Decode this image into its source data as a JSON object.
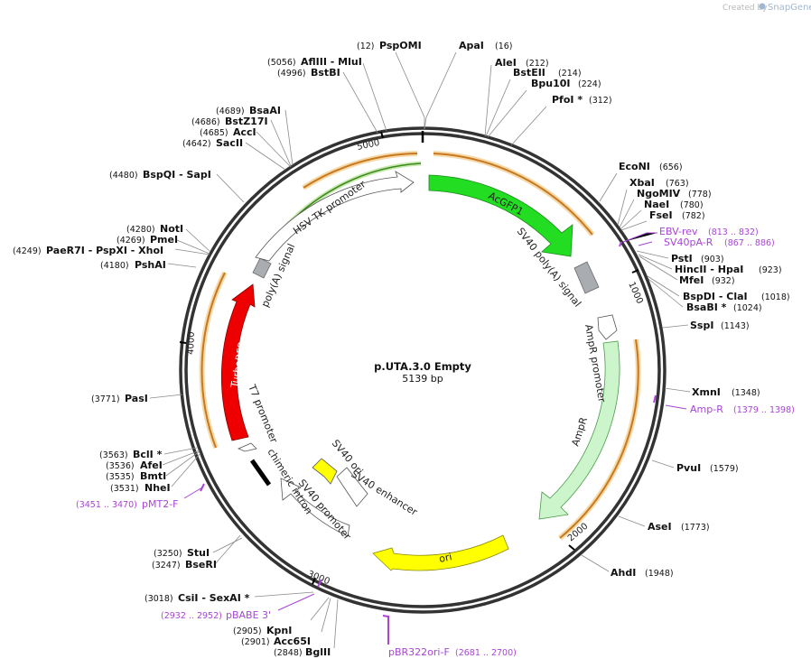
{
  "credit": {
    "prefix": "Created by",
    "brand": "SnapGene"
  },
  "plasmid": {
    "name": "p.UTA.3.0 Empty",
    "size_label": "5139 bp"
  },
  "ticks": [
    "1000",
    "2000",
    "3000",
    "4000",
    "5000"
  ],
  "features": [
    {
      "id": "acgfp1",
      "label": "AcGFP1",
      "color": "#22dd22"
    },
    {
      "id": "sv40-polya-right",
      "label": "SV40 poly(A) signal",
      "color": "#a9adb2"
    },
    {
      "id": "ampr-promoter",
      "label": "AmpR promoter",
      "color": "#ffffff"
    },
    {
      "id": "ampr",
      "label": "AmpR",
      "color": "#ccf5cc"
    },
    {
      "id": "ori",
      "label": "ori",
      "color": "#ffff00"
    },
    {
      "id": "sv40-promoter",
      "label": "SV40 promoter",
      "color": "#ffffff"
    },
    {
      "id": "sv40-ori",
      "label": "SV40 ori",
      "color": "#ffff00"
    },
    {
      "id": "sv40-enhancer",
      "label": "SV40 enhancer",
      "color": "#ffffff"
    },
    {
      "id": "chimeric-intron",
      "label": "chimeric intron",
      "color": "#000000"
    },
    {
      "id": "t7-promoter",
      "label": "T7 promoter",
      "color": "#ffffff"
    },
    {
      "id": "turborfp",
      "label": "TurboRFP",
      "color": "#ee0000"
    },
    {
      "id": "polya-left",
      "label": "poly(A) signal",
      "color": "#a9adb2"
    },
    {
      "id": "hsv-tk-promoter",
      "label": "HSV TK promoter",
      "color": "#ffffff"
    }
  ],
  "sites": [
    {
      "id": "pspomi",
      "name": "PspOMI",
      "pos": "(12)"
    },
    {
      "id": "apai",
      "name": "ApaI",
      "pos": "(16)"
    },
    {
      "id": "alei",
      "name": "AleI",
      "pos": "(212)"
    },
    {
      "id": "bsteii",
      "name": "BstEII",
      "pos": "(214)"
    },
    {
      "id": "bpu10i",
      "name": "Bpu10I",
      "pos": "(224)"
    },
    {
      "id": "pfoi",
      "name": "PfoI *",
      "pos": "(312)"
    },
    {
      "id": "econi",
      "name": "EcoNI",
      "pos": "(656)"
    },
    {
      "id": "xbai",
      "name": "XbaI",
      "pos": "(763)"
    },
    {
      "id": "ngomiv",
      "name": "NgoMIV",
      "pos": "(778)"
    },
    {
      "id": "naei",
      "name": "NaeI",
      "pos": "(780)"
    },
    {
      "id": "fsei",
      "name": "FseI",
      "pos": "(782)"
    },
    {
      "id": "psti",
      "name": "PstI",
      "pos": "(903)"
    },
    {
      "id": "hincii-hpai",
      "name": "HincII  - HpaI",
      "pos": "(923)"
    },
    {
      "id": "mfei",
      "name": "MfeI",
      "pos": "(932)"
    },
    {
      "id": "bspdi-clai",
      "name": "BspDI  - ClaI",
      "pos": "(1018)"
    },
    {
      "id": "bsabi",
      "name": "BsaBI *",
      "pos": "(1024)"
    },
    {
      "id": "sspi",
      "name": "SspI",
      "pos": "(1143)"
    },
    {
      "id": "xmni",
      "name": "XmnI",
      "pos": "(1348)"
    },
    {
      "id": "pvui",
      "name": "PvuI",
      "pos": "(1579)"
    },
    {
      "id": "asei",
      "name": "AseI",
      "pos": "(1773)"
    },
    {
      "id": "ahdi",
      "name": "AhdI",
      "pos": "(1948)"
    },
    {
      "id": "bglii",
      "name": "BglII",
      "pos": "(2848)"
    },
    {
      "id": "acc65i",
      "name": "Acc65I",
      "pos": "(2901)"
    },
    {
      "id": "kpni",
      "name": "KpnI",
      "pos": "(2905)"
    },
    {
      "id": "csii-sexai",
      "name": "CsiI  - SexAI *",
      "pos": "(3018)"
    },
    {
      "id": "bseri",
      "name": "BseRI",
      "pos": "(3247)"
    },
    {
      "id": "stui",
      "name": "StuI",
      "pos": "(3250)"
    },
    {
      "id": "nhei",
      "name": "NheI",
      "pos": "(3531)"
    },
    {
      "id": "bmti",
      "name": "BmtI",
      "pos": "(3535)"
    },
    {
      "id": "afei",
      "name": "AfeI",
      "pos": "(3536)"
    },
    {
      "id": "bcli",
      "name": "BclI *",
      "pos": "(3563)"
    },
    {
      "id": "pasi",
      "name": "PasI",
      "pos": "(3771)"
    },
    {
      "id": "pshai",
      "name": "PshAI",
      "pos": "(4180)"
    },
    {
      "id": "paer7i",
      "name": "PaeR7I  - PspXI  - XhoI",
      "pos": "(4249)"
    },
    {
      "id": "pmei",
      "name": "PmeI",
      "pos": "(4269)"
    },
    {
      "id": "noti",
      "name": "NotI",
      "pos": "(4280)"
    },
    {
      "id": "bspqi-sapi",
      "name": "BspQI  - SapI",
      "pos": "(4480)"
    },
    {
      "id": "sacii",
      "name": "SacII",
      "pos": "(4642)"
    },
    {
      "id": "acci",
      "name": "AccI",
      "pos": "(4685)"
    },
    {
      "id": "bstz17i",
      "name": "BstZ17I",
      "pos": "(4686)"
    },
    {
      "id": "bsaai",
      "name": "BsaAI",
      "pos": "(4689)"
    },
    {
      "id": "bstbi",
      "name": "BstBI",
      "pos": "(4996)"
    },
    {
      "id": "afliii-mlui",
      "name": "AflIII  - MluI",
      "pos": "(5056)"
    }
  ],
  "primers": [
    {
      "id": "ebv-rev",
      "name": "EBV-rev",
      "range": "(813 .. 832)"
    },
    {
      "id": "sv40pa-r",
      "name": "SV40pA-R",
      "range": "(867 .. 886)"
    },
    {
      "id": "amp-r",
      "name": "Amp-R",
      "range": "(1379 .. 1398)"
    },
    {
      "id": "pbr322ori-f",
      "name": "pBR322ori-F",
      "range": "(2681 .. 2700)"
    },
    {
      "id": "pbabe3",
      "name": "pBABE 3'",
      "range": "(2932 .. 2952)"
    },
    {
      "id": "pmt2-f",
      "name": "pMT2-F",
      "range": "(3451 .. 3470)"
    }
  ]
}
